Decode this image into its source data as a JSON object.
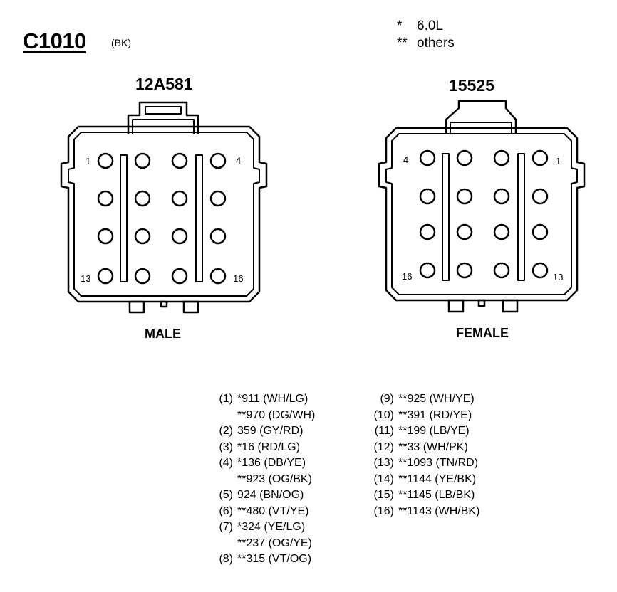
{
  "connector": {
    "id": "C1010",
    "color": "(BK)"
  },
  "legend": [
    {
      "mark": "*",
      "text": "6.0L"
    },
    {
      "mark": "**",
      "text": "others"
    }
  ],
  "male": {
    "part_number": "12A581",
    "label": "MALE",
    "corner_pins": [
      "1",
      "4",
      "13",
      "16"
    ]
  },
  "female": {
    "part_number": "15525",
    "label": "FEMALE",
    "corner_pins": [
      "4",
      "1",
      "16",
      "13"
    ]
  },
  "wires_left": [
    {
      "num": "(1)",
      "val": "*911 (WH/LG)"
    },
    {
      "num": "",
      "val": "**970 (DG/WH)"
    },
    {
      "num": "(2)",
      "val": "359 (GY/RD)"
    },
    {
      "num": "(3)",
      "val": "*16 (RD/LG)"
    },
    {
      "num": "(4)",
      "val": "*136 (DB/YE)"
    },
    {
      "num": "",
      "val": "**923 (OG/BK)"
    },
    {
      "num": "(5)",
      "val": "924 (BN/OG)"
    },
    {
      "num": "(6)",
      "val": "**480 (VT/YE)"
    },
    {
      "num": "(7)",
      "val": "*324 (YE/LG)"
    },
    {
      "num": "",
      "val": "**237 (OG/YE)"
    },
    {
      "num": "(8)",
      "val": "**315 (VT/OG)"
    }
  ],
  "wires_right": [
    {
      "num": "(9)",
      "val": "**925 (WH/YE)"
    },
    {
      "num": "(10)",
      "val": "**391 (RD/YE)"
    },
    {
      "num": "(11)",
      "val": "**199 (LB/YE)"
    },
    {
      "num": "(12)",
      "val": "**33 (WH/PK)"
    },
    {
      "num": "(13)",
      "val": "**1093 (TN/RD)"
    },
    {
      "num": "(14)",
      "val": "**1144 (YE/BK)"
    },
    {
      "num": "(15)",
      "val": "**1145 (LB/BK)"
    },
    {
      "num": "(16)",
      "val": "**1143 (WH/BK)"
    }
  ]
}
